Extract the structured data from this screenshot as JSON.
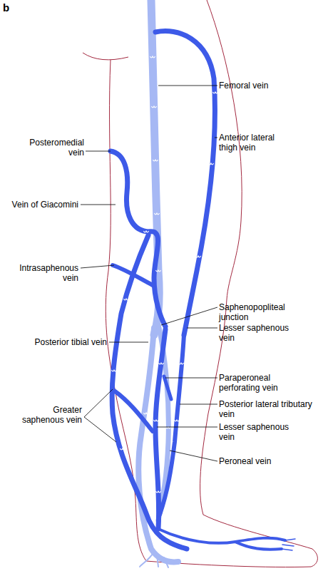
{
  "diagram": {
    "labels": [
      "b",
      "Femoral vein",
      "Anterior lateral thigh vein",
      "Posteromedial vein",
      "Vein of Giacomini",
      "Intrasaphenous vein",
      "Saphenopopliteal junction",
      "Lesser saphenous vein",
      "Posterior tibial vein",
      "Paraperoneal perforating vein",
      "Posterior lateral tributary vein",
      "Greater saphenous vein",
      "Lesser saphenous vein",
      "Peroneal vein"
    ]
  }
}
